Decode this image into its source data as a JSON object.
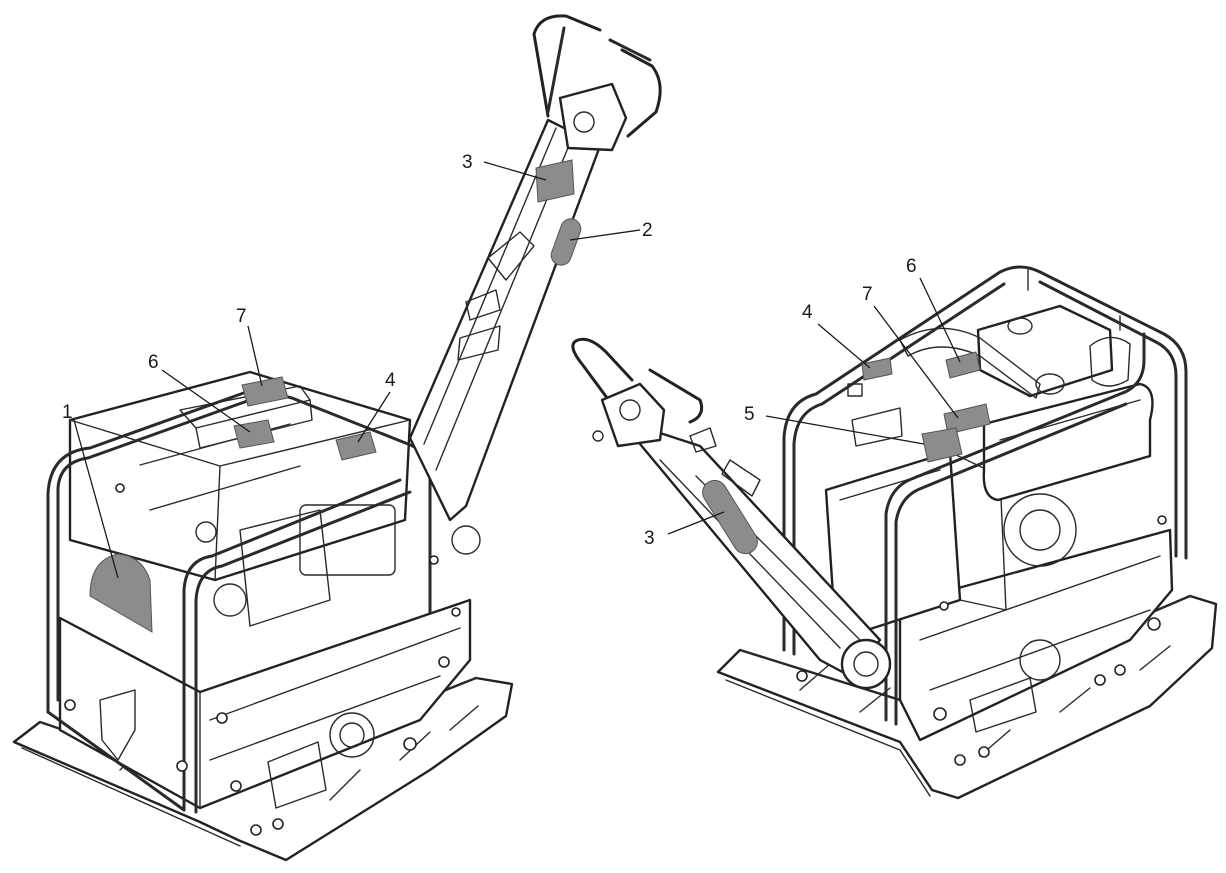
{
  "colors": {
    "line": "#222222",
    "decal": "#8c8c8c",
    "background": "#ffffff"
  },
  "callouts": {
    "left": {
      "label_1": "1",
      "label_2": "2",
      "label_3": "3",
      "label_4": "4",
      "label_6": "6",
      "label_7": "7"
    },
    "right": {
      "label_3": "3",
      "label_4": "4",
      "label_5": "5",
      "label_6": "6",
      "label_7": "7"
    }
  }
}
